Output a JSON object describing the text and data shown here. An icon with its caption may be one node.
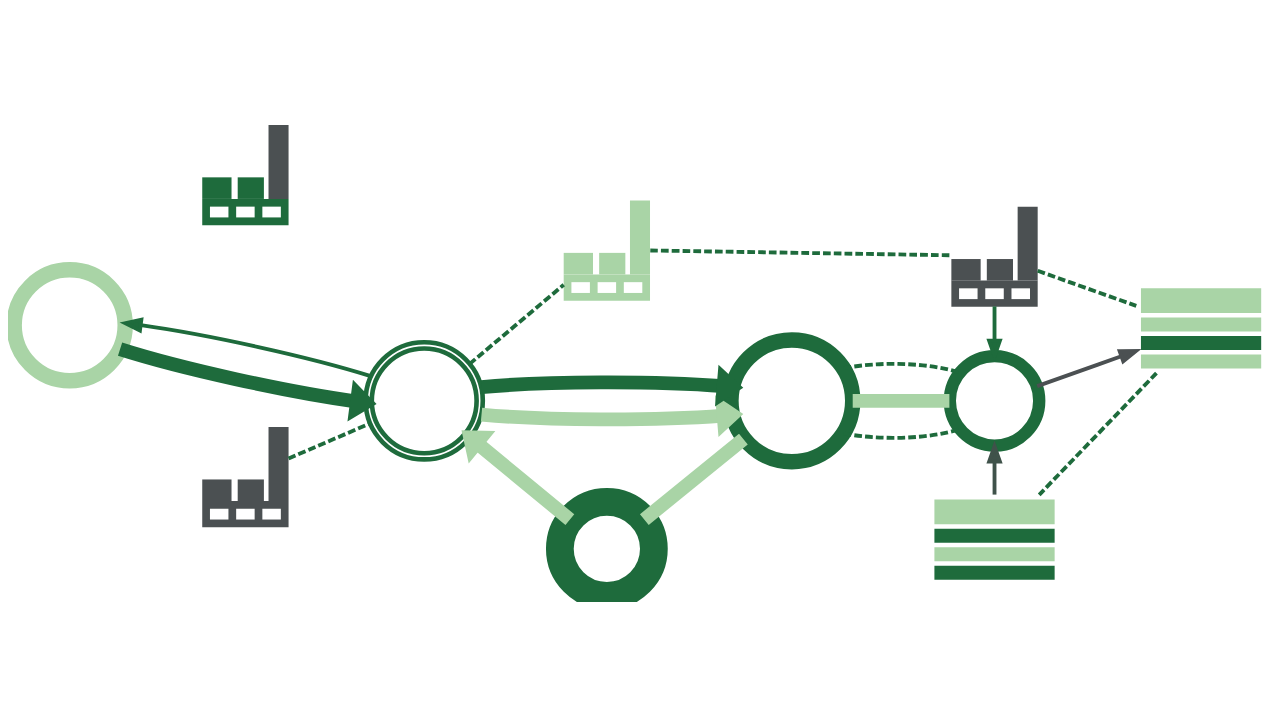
{
  "diagram": {
    "nodes": [
      {
        "text": [],
        "shape": "picture"
      },
      {
        "text": [],
        "shape": "picture"
      },
      {
        "text": [],
        "shape": "picture"
      },
      {
        "text": [],
        "shape": "circle"
      },
      {
        "text": [],
        "shape": "circle"
      },
      {
        "text": [],
        "shape": "circle"
      },
      {
        "text": [],
        "shape": "circle"
      },
      {
        "text": [],
        "shape": "picture"
      },
      {
        "text": [],
        "shape": "picture"
      },
      {
        "text": [],
        "shape": "circle"
      },
      {
        "text": [],
        "shape": "picture"
      }
    ],
    "edges": [
      {
        "from": 3,
        "to": 4,
        "arrow": "to",
        "style": "thick"
      },
      {
        "from": 4,
        "to": 5,
        "arrow": "to",
        "style": "thick",
        "color": "#a9d4a6"
      },
      {
        "from": 4,
        "to": 3,
        "arrow": "to"
      },
      {
        "from": 4,
        "to": 5,
        "arrow": "to",
        "style": "thick"
      },
      {
        "from": 5,
        "to": 6,
        "arrow": "none",
        "style": "dashed"
      },
      {
        "from": 5,
        "to": 6,
        "arrow": "none",
        "style": "thick",
        "color": "#a9d4a6"
      },
      {
        "from": 5,
        "to": 6,
        "arrow": "none",
        "style": "dashed"
      },
      {
        "from": 2,
        "to": 6,
        "arrow": "to"
      },
      {
        "from": 6,
        "to": 7,
        "arrow": "to",
        "color": "#4b5052"
      },
      {
        "from": 10,
        "to": 6,
        "arrow": "to",
        "color": "#3f524a"
      },
      {
        "from": 5,
        "to": 9,
        "arrow": "none",
        "style": "thick",
        "color": "#a9d4a6"
      },
      {
        "from": 9,
        "to": 4,
        "arrow": "to",
        "style": "thick",
        "color": "#a9d4a6"
      },
      {
        "from": 8,
        "to": 4,
        "arrow": "none",
        "style": "dashed"
      },
      {
        "from": 4,
        "to": 1,
        "arrow": "none",
        "style": "dashed"
      },
      {
        "from": 1,
        "to": 2,
        "arrow": "none",
        "style": "dashed"
      },
      {
        "from": 2,
        "to": 7,
        "arrow": "none",
        "style": "dashed"
      },
      {
        "from": 7,
        "to": 10,
        "arrow": "none",
        "style": "dashed"
      }
    ]
  }
}
